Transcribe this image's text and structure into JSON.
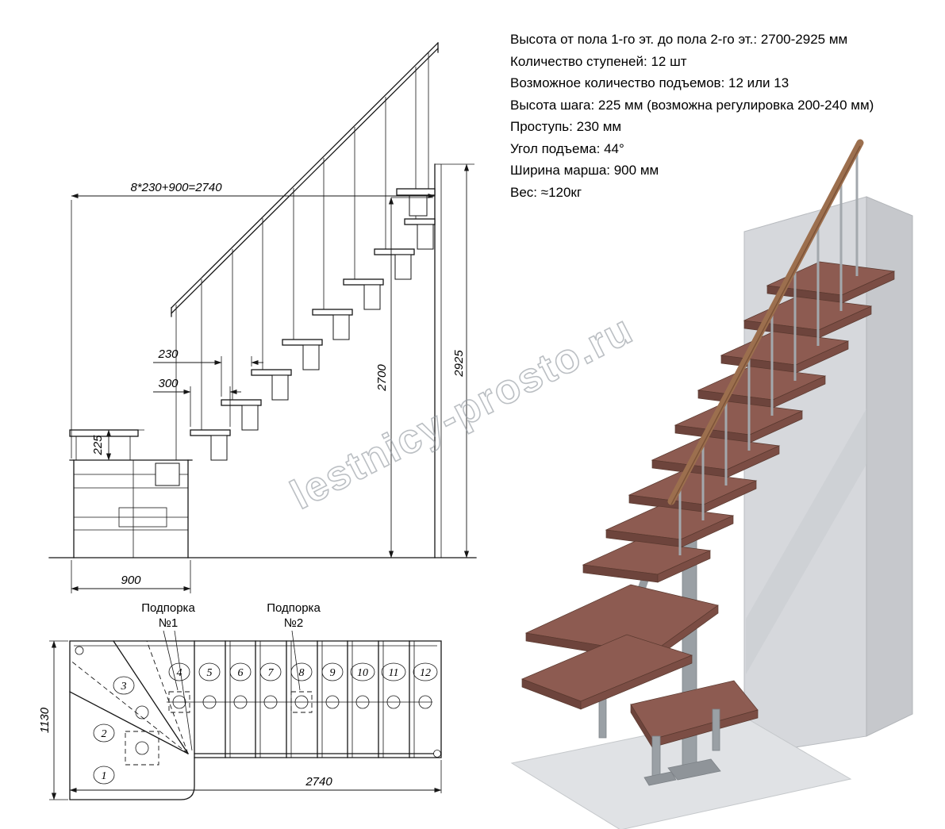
{
  "specs": {
    "lines": [
      "Высота от пола 1-го эт. до пола 2-го эт.: 2700-2925 мм",
      "Количество ступеней: 12 шт",
      "Возможное количество подъемов: 12 или 13",
      "Высота шага: 225 мм (возможна регулировка 200-240 мм)",
      "Проступь: 230 мм",
      "Угол подъема: 44°",
      "Ширина марша: 900 мм",
      "Вес: ≈120кг"
    ]
  },
  "side_view": {
    "dim_total": "8*230+900=2740",
    "dim_height_max": "2925",
    "dim_height_min": "2700",
    "dim_tread_depth": "230",
    "dim_board_width": "300",
    "dim_step_rise": "225",
    "dim_platform_width": "900"
  },
  "plan_view": {
    "dim_width": "1130",
    "dim_length": "2740",
    "supports": [
      {
        "line1": "Подпорка",
        "line2": "№1"
      },
      {
        "line1": "Подпорка",
        "line2": "№2"
      }
    ],
    "steps": [
      "1",
      "2",
      "3",
      "4",
      "5",
      "6",
      "7",
      "8",
      "9",
      "10",
      "11",
      "12"
    ]
  },
  "watermark": {
    "text": "lestnicy-prosto.ru"
  },
  "colors": {
    "tread_top": "#8d5b51",
    "tread_front": "#6d443c",
    "tread_side": "#7b4d44",
    "rail": "#9c6f4e",
    "metal": "#9aa0a5",
    "wall": "#d6d8dc",
    "wall_side": "#c6c8cc",
    "floor": "#e0e2e5"
  }
}
